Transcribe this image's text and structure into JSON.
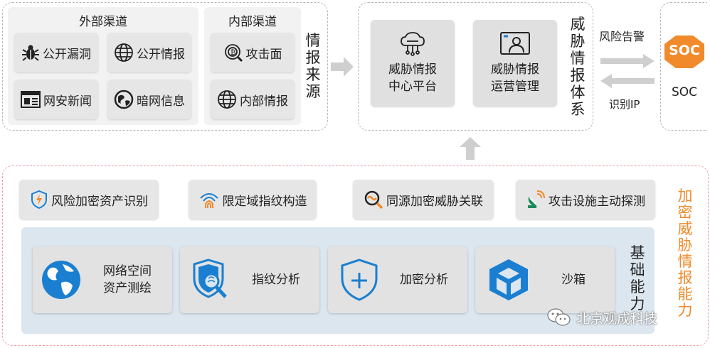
{
  "sources": {
    "external_title": "外部渠道",
    "internal_title": "内部渠道",
    "side_label": "情报来源",
    "external_items": [
      "公开漏洞",
      "公开情报",
      "网安新闻",
      "暗网信息"
    ],
    "internal_items": [
      "攻击面",
      "内部情报"
    ]
  },
  "system": {
    "side_label": "威胁情报体系",
    "platform_line1": "威胁情报",
    "platform_line2": "中心平台",
    "ops_line1": "威胁情报",
    "ops_line2": "运营管理"
  },
  "soc": {
    "alert_label": "风险告警",
    "ip_label": "识别IP",
    "logo_text": "SOC",
    "label": "SOC"
  },
  "capability": {
    "side_label": "加密威胁情报能力",
    "top_items": [
      "风险加密资产识别",
      "限定域指纹构造",
      "同源加密威胁关联",
      "攻击设施主动探测"
    ],
    "base_label": "基础能力",
    "base_item1_line1": "网络空间",
    "base_item1_line2": "资产测绘",
    "base_items": [
      "指纹分析",
      "加密分析",
      "沙箱"
    ]
  },
  "watermark": "北京观成科技",
  "colors": {
    "accent_orange": "#f08a2a",
    "blue": "#1a7fd0",
    "dashed_red": "#f2a0a8"
  }
}
